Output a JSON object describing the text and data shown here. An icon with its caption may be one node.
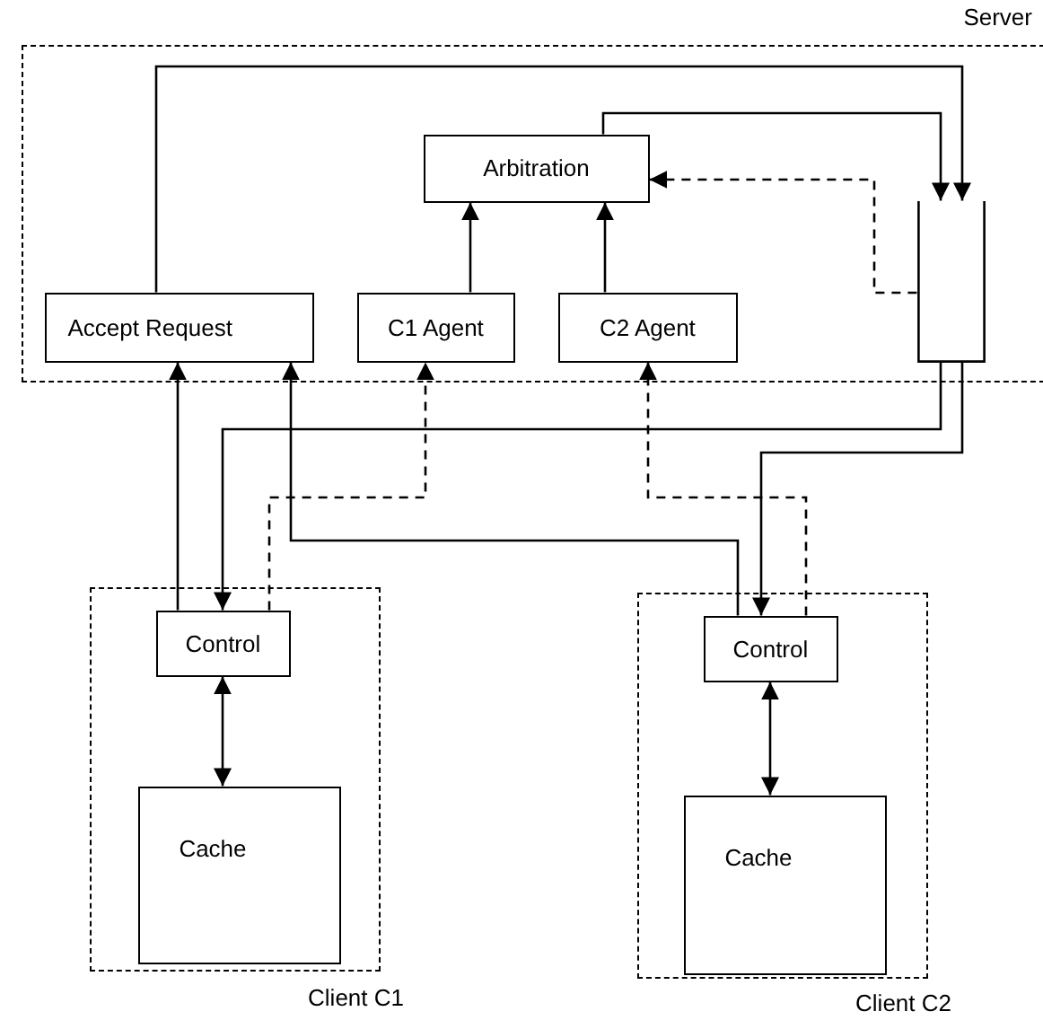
{
  "diagram": {
    "nodes": [
      {
        "text": [
          "Server"
        ]
      },
      {
        "text": [
          "Arbitration"
        ],
        "in": 0
      },
      {
        "text": [
          "Accept Request"
        ],
        "in": 0
      },
      {
        "text": [
          "C1 Agent"
        ],
        "in": 0
      },
      {
        "text": [
          "C2 Agent"
        ],
        "in": 0
      },
      {
        "text": [],
        "shape": "box",
        "in": 0
      },
      {
        "text": [
          "Client C1"
        ]
      },
      {
        "text": [
          "Control"
        ],
        "in": 6
      },
      {
        "text": [
          "Cache"
        ],
        "in": 6
      },
      {
        "text": [
          "Client C2"
        ]
      },
      {
        "text": [
          "Control"
        ],
        "in": 9
      },
      {
        "text": [
          "Cache"
        ],
        "in": 9
      }
    ],
    "edges": [
      {
        "from": 2,
        "to": 5,
        "arrow": "to"
      },
      {
        "from": 1,
        "to": 5,
        "arrow": "to"
      },
      {
        "from": 5,
        "to": 1,
        "arrow": "to",
        "style": "dashed"
      },
      {
        "from": 3,
        "to": 1,
        "arrow": "to"
      },
      {
        "from": 4,
        "to": 1,
        "arrow": "to"
      },
      {
        "from": 7,
        "to": 2,
        "arrow": "to"
      },
      {
        "from": 10,
        "to": 2,
        "arrow": "to"
      },
      {
        "from": 7,
        "to": 3,
        "arrow": "to",
        "style": "dashed"
      },
      {
        "from": 10,
        "to": 4,
        "arrow": "to",
        "style": "dashed"
      },
      {
        "from": 5,
        "to": 7,
        "arrow": "to"
      },
      {
        "from": 5,
        "to": 10,
        "arrow": "to"
      },
      {
        "from": 7,
        "to": 8,
        "arrow": "both"
      },
      {
        "from": 10,
        "to": 11,
        "arrow": "both"
      }
    ]
  }
}
